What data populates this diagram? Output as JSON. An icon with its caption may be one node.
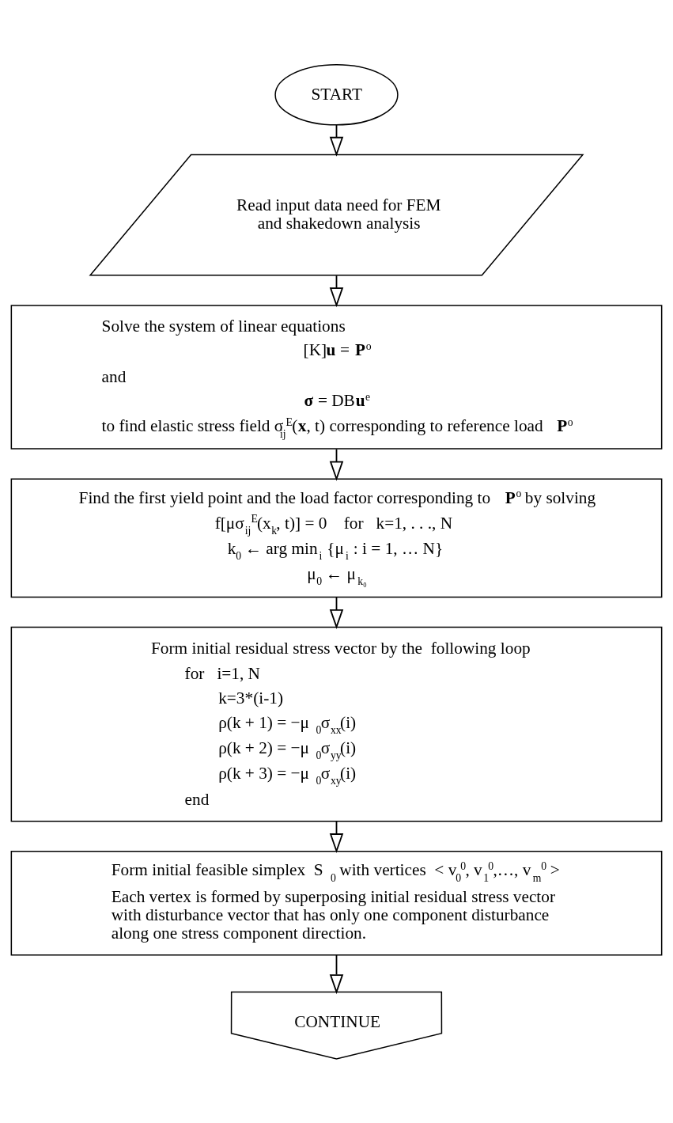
{
  "diagram": {
    "nodes": [
      {
        "text": [
          "START"
        ]
      },
      {
        "text": [
          "Read input data need for FEM and shakedown analysis"
        ]
      },
      {
        "text": [
          "Solve the system of linear equations",
          "[K]**u** = **P**$^{o}$",
          "and",
          "**σ** = DB**u**$^{e}$",
          "to find elastic stress field σ$_{ij}$$^{E}$(**x**, t) corresponding to reference load **P**$^{o}$"
        ]
      },
      {
        "text": [
          "Find the first yield point and the load factor corresponding to **P**$^{o}$ by solving",
          "f[μσ$_{ij}$$^{E}$(x$_{k}$, t)] = 0    for   k=1, . . ., N",
          "k$_{0}$ ← arg min$_{i}$ {μ$_{i}$ : i = 1, … N}",
          "μ$_{0}$ ← μ$_{k₀}$"
        ]
      },
      {
        "text": [
          "Form initial residual stress vector by the  following loop",
          "for   i=1, N",
          "k=3*(i-1)",
          "ρ(k + 1) = −μ$_{0}$σ$_{xx}$(i)",
          "ρ(k + 2) = −μ$_{0}$σ$_{yy}$(i)",
          "ρ(k + 3) = −μ$_{0}$σ$_{xy}$(i)",
          "end"
        ]
      },
      {
        "text": [
          "Form initial feasible simplex  S$_{0}$ with vertices  < v$_{0}$$^{0}$, v$_{1}$$^{0}$,…, v$_{m}$$^{0}$ >",
          "Each vertex is formed by superposing initial residual stress vector with disturbance vector that has only one component disturbance along one stress component direction."
        ]
      },
      {
        "text": [
          "CONTINUE"
        ]
      }
    ],
    "edges": [
      {
        "from": 0,
        "to": 1,
        "arrow": "to"
      },
      {
        "from": 1,
        "to": 2,
        "arrow": "to"
      },
      {
        "from": 2,
        "to": 3,
        "arrow": "to"
      },
      {
        "from": 3,
        "to": 4,
        "arrow": "to"
      },
      {
        "from": 4,
        "to": 5,
        "arrow": "to"
      },
      {
        "from": 5,
        "to": 6,
        "arrow": "to"
      }
    ]
  }
}
